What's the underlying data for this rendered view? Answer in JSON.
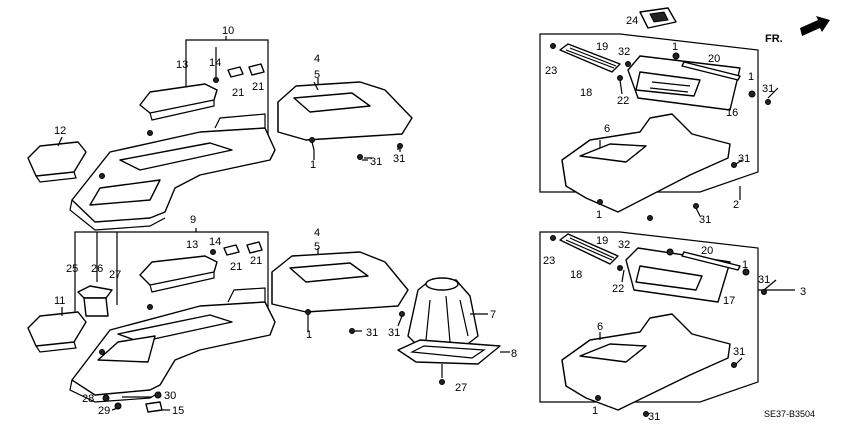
{
  "diagram_code": "SE37-B3504",
  "direction_label": "FR.",
  "callouts": [
    {
      "id": "c10a",
      "text": "10"
    },
    {
      "id": "c13a",
      "text": "13"
    },
    {
      "id": "c14a",
      "text": "14"
    },
    {
      "id": "c21a",
      "text": "21"
    },
    {
      "id": "c21b",
      "text": "21"
    },
    {
      "id": "c12",
      "text": "12"
    },
    {
      "id": "c4a",
      "text": "4"
    },
    {
      "id": "c5a",
      "text": "5"
    },
    {
      "id": "c1a",
      "text": "1"
    },
    {
      "id": "c31a",
      "text": "31"
    },
    {
      "id": "c31b",
      "text": "31"
    },
    {
      "id": "c9",
      "text": "9"
    },
    {
      "id": "c13b",
      "text": "13"
    },
    {
      "id": "c14b",
      "text": "14"
    },
    {
      "id": "c21c",
      "text": "21"
    },
    {
      "id": "c21d",
      "text": "21"
    },
    {
      "id": "c25",
      "text": "25"
    },
    {
      "id": "c26",
      "text": "26"
    },
    {
      "id": "c27a",
      "text": "27"
    },
    {
      "id": "c11",
      "text": "11"
    },
    {
      "id": "c4b",
      "text": "4"
    },
    {
      "id": "c5b",
      "text": "5"
    },
    {
      "id": "c1b",
      "text": "1"
    },
    {
      "id": "c31c",
      "text": "31"
    },
    {
      "id": "c31d",
      "text": "31"
    },
    {
      "id": "c7",
      "text": "7"
    },
    {
      "id": "c8",
      "text": "8"
    },
    {
      "id": "c27b",
      "text": "27"
    },
    {
      "id": "c28",
      "text": "28"
    },
    {
      "id": "c29",
      "text": "29"
    },
    {
      "id": "c30",
      "text": "30"
    },
    {
      "id": "c15",
      "text": "15"
    },
    {
      "id": "c24",
      "text": "24"
    },
    {
      "id": "c19a",
      "text": "19"
    },
    {
      "id": "c32a",
      "text": "32"
    },
    {
      "id": "c1c",
      "text": "1"
    },
    {
      "id": "c20a",
      "text": "20"
    },
    {
      "id": "c23a",
      "text": "23"
    },
    {
      "id": "c1d",
      "text": "1"
    },
    {
      "id": "c31e",
      "text": "31"
    },
    {
      "id": "c18a",
      "text": "18"
    },
    {
      "id": "c22a",
      "text": "22"
    },
    {
      "id": "c16",
      "text": "16"
    },
    {
      "id": "c6a",
      "text": "6"
    },
    {
      "id": "c31f",
      "text": "31"
    },
    {
      "id": "c2",
      "text": "2"
    },
    {
      "id": "c1e",
      "text": "1"
    },
    {
      "id": "c31g",
      "text": "31"
    },
    {
      "id": "c23b",
      "text": "23"
    },
    {
      "id": "c19b",
      "text": "19"
    },
    {
      "id": "c32b",
      "text": "32"
    },
    {
      "id": "c20b",
      "text": "20"
    },
    {
      "id": "c18b",
      "text": "18"
    },
    {
      "id": "c1f",
      "text": "1"
    },
    {
      "id": "c31h",
      "text": "31"
    },
    {
      "id": "c3",
      "text": "3"
    },
    {
      "id": "c22b",
      "text": "22"
    },
    {
      "id": "c17",
      "text": "17"
    },
    {
      "id": "c6b",
      "text": "6"
    },
    {
      "id": "c31i",
      "text": "31"
    },
    {
      "id": "c1g",
      "text": "1"
    },
    {
      "id": "c31j",
      "text": "31"
    }
  ]
}
